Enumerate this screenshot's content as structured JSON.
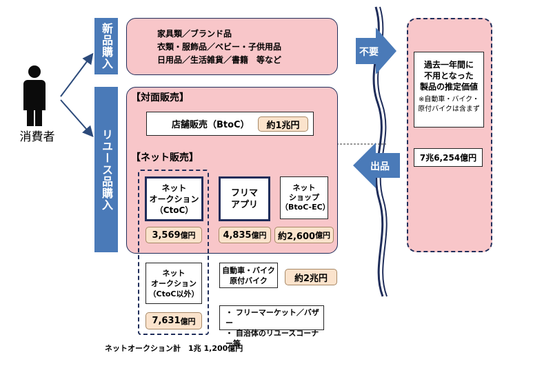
{
  "consumer": "消費者",
  "new_purchase": {
    "label": "新品購入",
    "items": [
      "家具類／ブランド品",
      "衣類・服飾品／ベビー・子供用品",
      "日用品／生活雑貨／書籍　等など"
    ]
  },
  "reuse_purchase": {
    "label": "リユース品購入"
  },
  "face_to_face": {
    "title": "【対面販売】",
    "store_label": "店舗販売（BtoC）",
    "store_value": "約1兆円"
  },
  "net_sales": {
    "title": "【ネット販売】",
    "auction_ctoc": "ネット\nオークション\n（CtoC）",
    "auction_ctoc_value": "3,569",
    "auction_ctoc_unit": "億円",
    "flea": "フリマ\nアプリ",
    "flea_value": "4,835",
    "flea_unit": "億円",
    "netshop": "ネット\nショップ\n（BtoC-EC）",
    "netshop_value": "約2,600",
    "netshop_unit": "億円"
  },
  "auction_other": {
    "label": "ネット\nオークション\n（CtoC以外）",
    "value": "7,631",
    "unit": "億円"
  },
  "vehicles": {
    "label": "自動車・バイク\n原付バイク",
    "value": "約2兆円"
  },
  "flea_market_note": "・ フリーマーケット／バザー\n・ 自治体のリユースコーナー等",
  "auction_total": "ネットオークション計　1兆 1,200億円",
  "arrow_unneeded": "不要",
  "arrow_listing": "出品",
  "estimate": {
    "text": "過去一年間に\n不用となった\n製品の推定価値",
    "note": "※自動車・バイク・\n原付バイクは含まず",
    "value": "7兆6,254億円"
  },
  "colors": {
    "accent_blue": "#4a7ab8",
    "pink": "#f8c6c9",
    "navy": "#1f2d5a",
    "value_bg": "#fbe3cc"
  }
}
